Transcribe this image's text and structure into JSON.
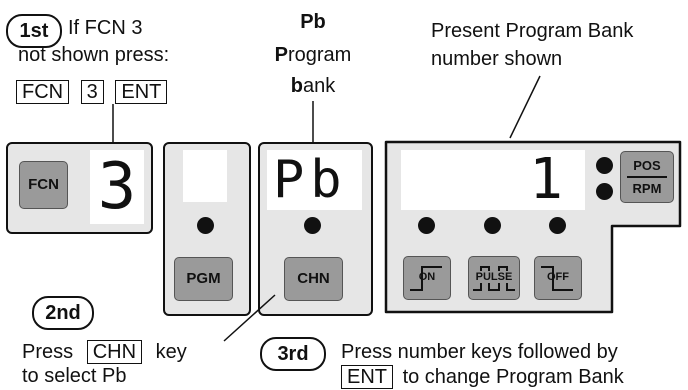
{
  "steps": {
    "first": "1st",
    "second": "2nd",
    "third": "3rd"
  },
  "note_first": {
    "line1": "If FCN  3",
    "line2": "not shown press:",
    "keys": [
      "FCN",
      "3",
      "ENT"
    ]
  },
  "pb_label": {
    "line1": "Pb",
    "line2_bold": "P",
    "line2_rest": "rogram",
    "line3_bold": "b",
    "line3_rest": "ank"
  },
  "present_label": {
    "line1": "Present  Program Bank",
    "line2": "number shown"
  },
  "second_note": {
    "press": "Press",
    "key": "CHN",
    "key_word": "key",
    "line2": "to select  Pb"
  },
  "third_note": {
    "line1": "Press number keys followed by",
    "key": "ENT",
    "line2_rest": "to change Program Bank"
  },
  "panels": {
    "fcn": {
      "button": "FCN",
      "display": "3"
    },
    "pgm": {
      "button": "PGM"
    },
    "chn": {
      "button": "CHN",
      "display": "Pb"
    },
    "bank": {
      "display": "1",
      "pos": "POS",
      "rpm": "RPM",
      "buttons": [
        "ON",
        "PULSE",
        "OFF"
      ]
    }
  },
  "colors": {
    "panel": "#e6e6e6",
    "button": "#9a9a9a",
    "outline": "#111111"
  }
}
